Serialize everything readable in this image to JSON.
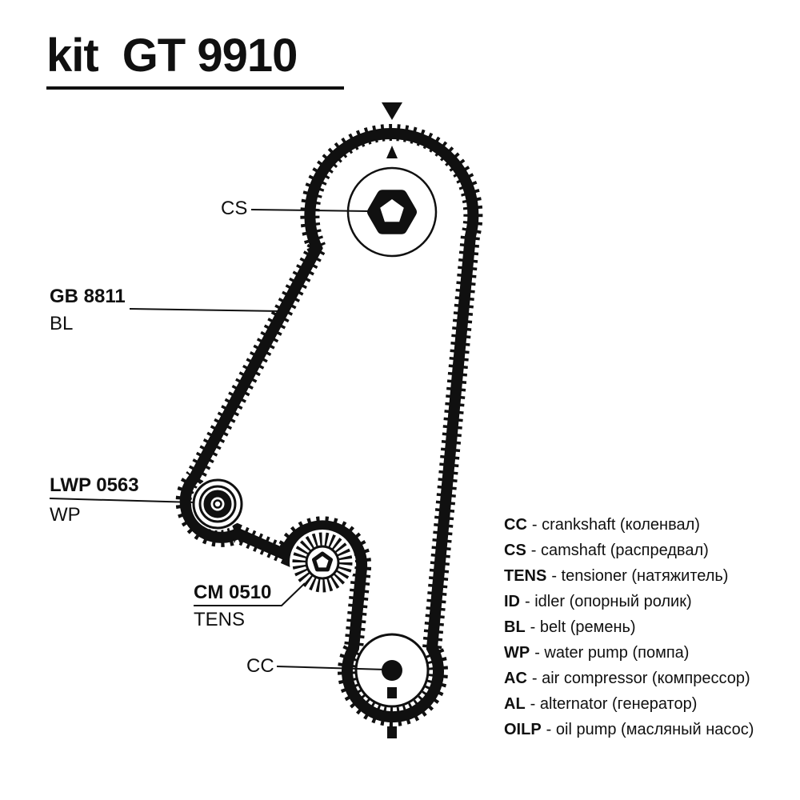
{
  "title": {
    "brand": "kit",
    "code": "GT 9910"
  },
  "diagram": {
    "labels": {
      "cs": "CS",
      "cc": "CC",
      "belt_code": "GB 8811",
      "belt_abbr": "BL",
      "wp_code": "LWP 0563",
      "wp_abbr": "WP",
      "tens_code": "CM 0510",
      "tens_abbr": "TENS"
    },
    "parts": [
      "camshaft-pulley",
      "water-pump-pulley",
      "tensioner-pulley",
      "crankshaft-pulley",
      "timing-belt"
    ],
    "colors": {
      "ink": "#101010",
      "bg": "#ffffff"
    }
  },
  "legend": {
    "items": [
      {
        "abbr": "CC",
        "desc": "- crankshaft (коленвал)"
      },
      {
        "abbr": "CS",
        "desc": "- camshaft (распредвал)"
      },
      {
        "abbr": "TENS",
        "desc": "- tensioner (натяжитель)"
      },
      {
        "abbr": "ID",
        "desc": "- idler (опорный ролик)"
      },
      {
        "abbr": "BL",
        "desc": "- belt (ремень)"
      },
      {
        "abbr": "WP",
        "desc": "- water pump (помпа)"
      },
      {
        "abbr": "AC",
        "desc": "- air compressor (компрессор)"
      },
      {
        "abbr": "AL",
        "desc": "- alternator (генератор)"
      },
      {
        "abbr": "OILP",
        "desc": "- oil pump (масляный насос)"
      }
    ]
  }
}
